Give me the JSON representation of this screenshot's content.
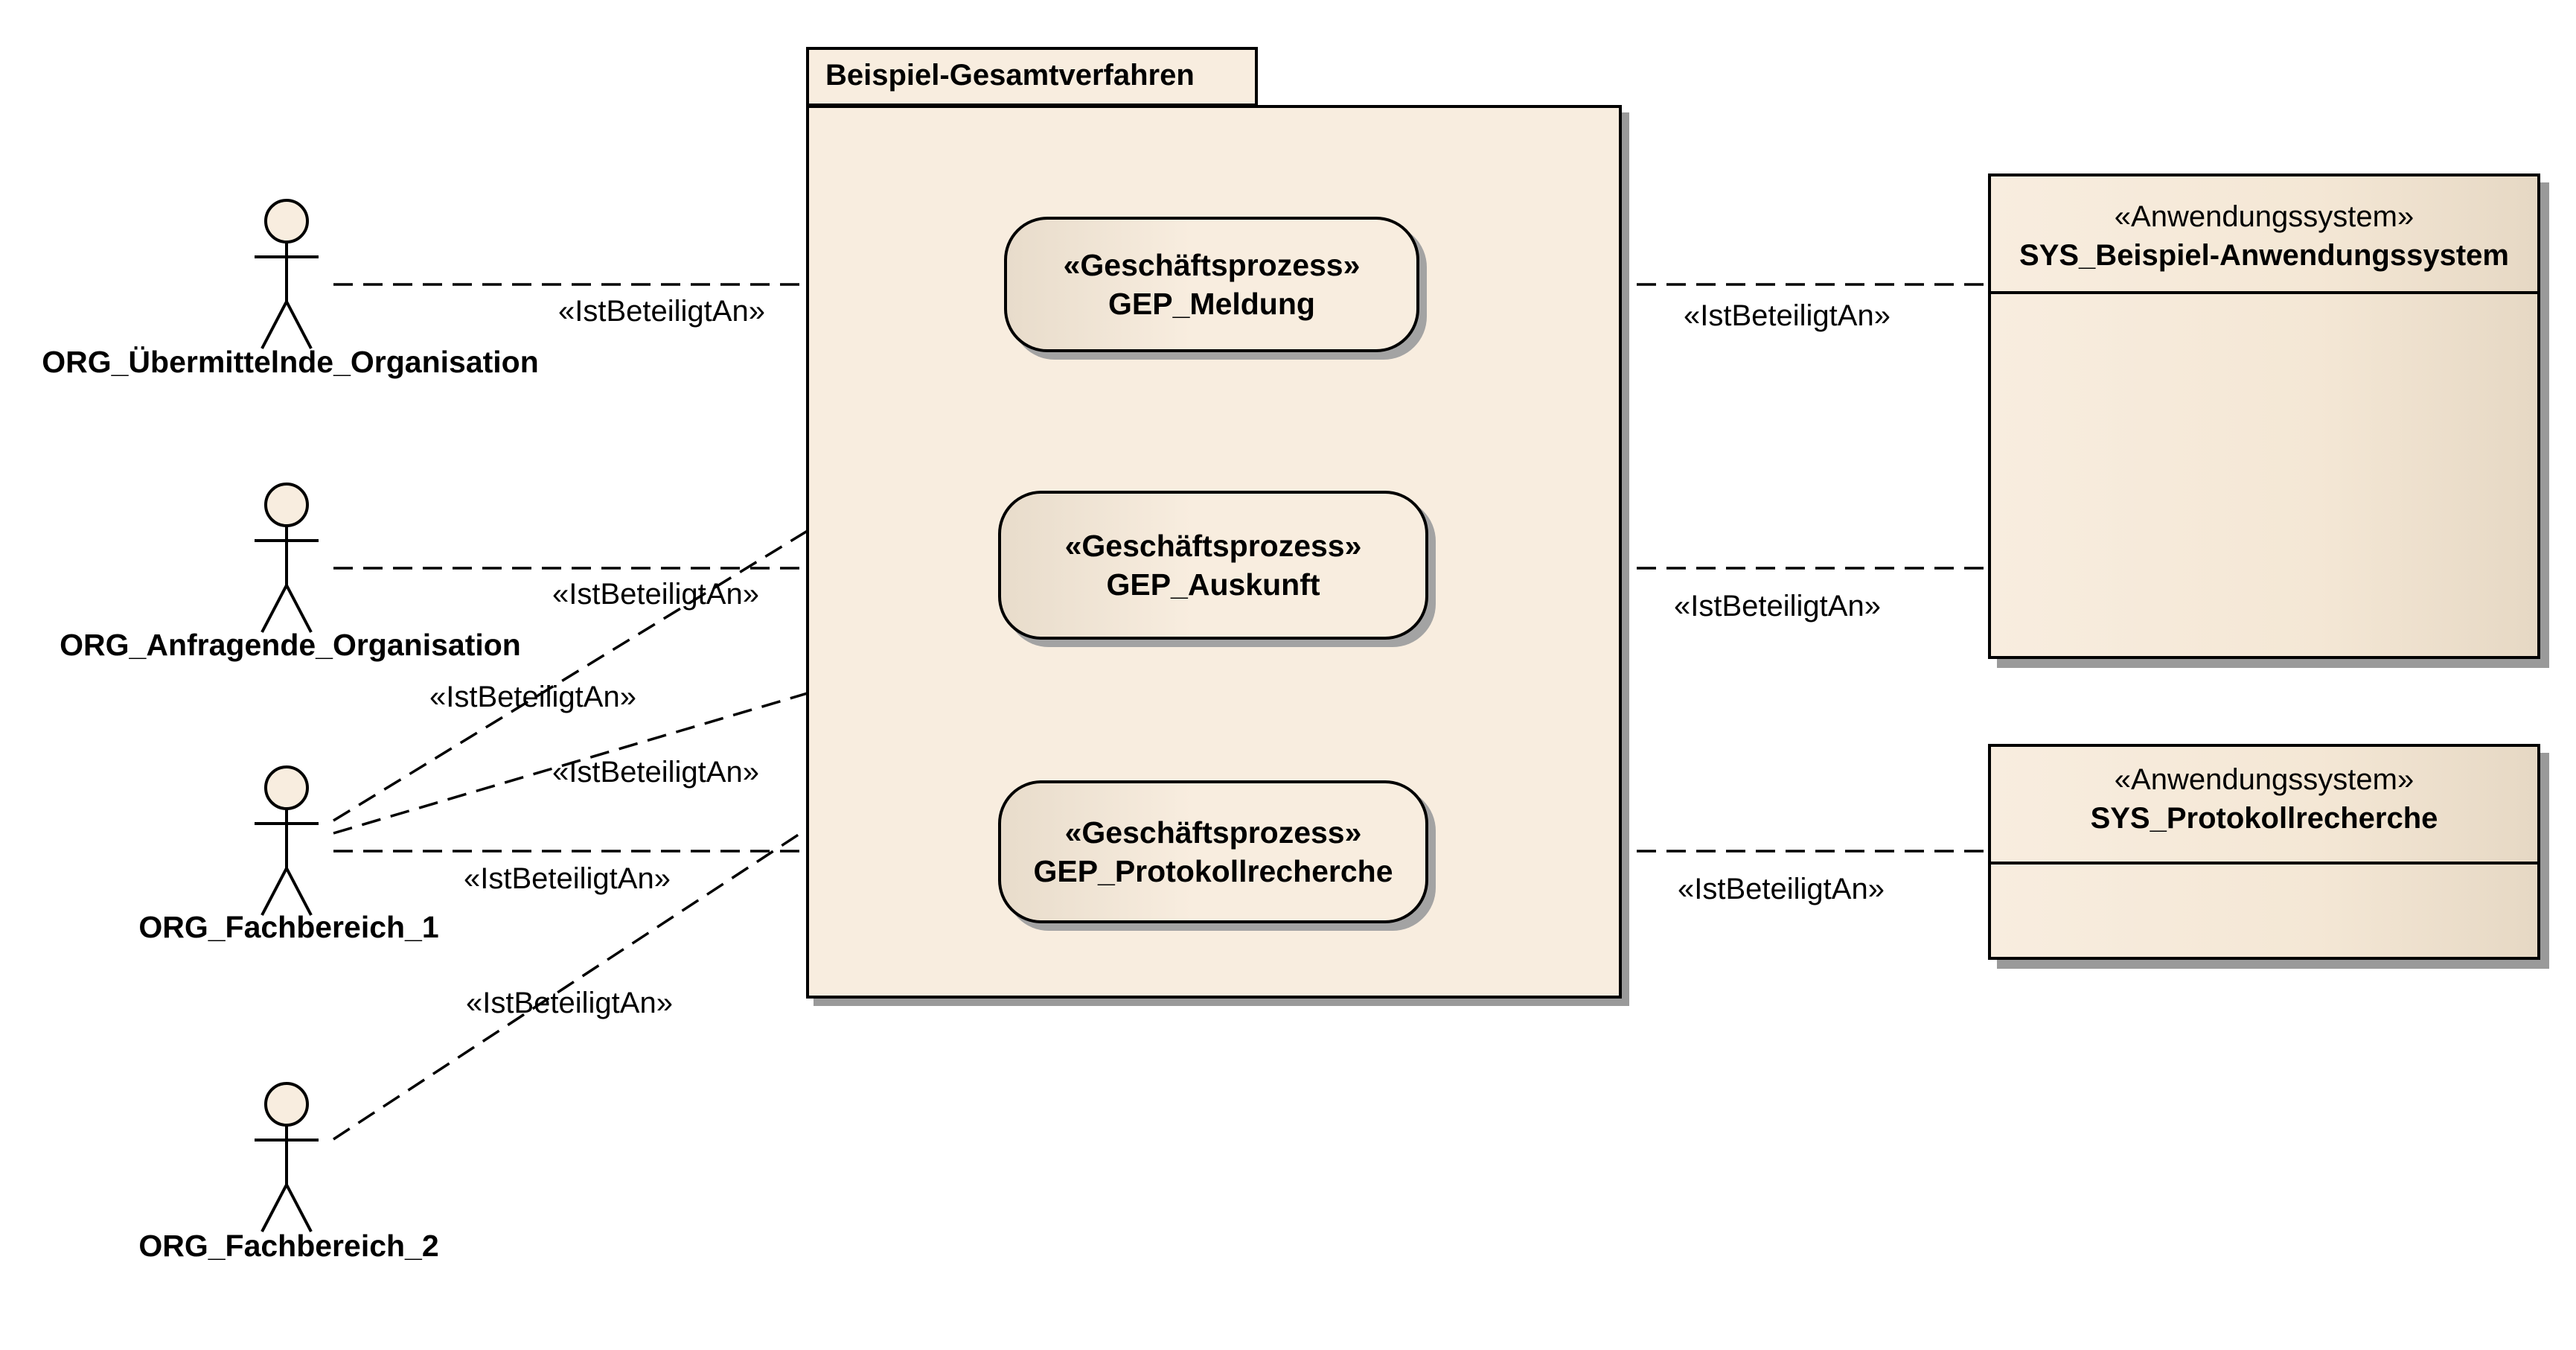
{
  "package": {
    "name": "Beispiel-Gesamtverfahren"
  },
  "actors": [
    {
      "id": "org1",
      "name": "ORG_Übermittelnde_Organisation"
    },
    {
      "id": "org2",
      "name": "ORG_Anfragende_Organisation"
    },
    {
      "id": "org3",
      "name": "ORG_Fachbereich_1"
    },
    {
      "id": "org4",
      "name": "ORG_Fachbereich_2"
    }
  ],
  "usecases": [
    {
      "id": "uc1",
      "stereotype": "«Geschäftsprozess»",
      "name": "GEP_Meldung"
    },
    {
      "id": "uc2",
      "stereotype": "«Geschäftsprozess»",
      "name": "GEP_Auskunft"
    },
    {
      "id": "uc3",
      "stereotype": "«Geschäftsprozess»",
      "name": "GEP_Protokollrecherche"
    }
  ],
  "systems": [
    {
      "id": "sys1",
      "stereotype": "«Anwendungssystem»",
      "name": "SYS_Beispiel-Anwendungssystem"
    },
    {
      "id": "sys2",
      "stereotype": "«Anwendungssystem»",
      "name": "SYS_Protokollrecherche"
    }
  ],
  "relations": [
    {
      "from": "org1",
      "to": "uc1",
      "label": "«IstBeteiligtAn»"
    },
    {
      "from": "org2",
      "to": "uc2",
      "label": "«IstBeteiligtAn»"
    },
    {
      "from": "org3",
      "to": "uc1",
      "label": "«IstBeteiligtAn»"
    },
    {
      "from": "org3",
      "to": "uc2",
      "label": "«IstBeteiligtAn»"
    },
    {
      "from": "org3",
      "to": "uc3",
      "label": "«IstBeteiligtAn»"
    },
    {
      "from": "org4",
      "to": "uc2",
      "label": "«IstBeteiligtAn»"
    },
    {
      "from": "sys1",
      "to": "uc1",
      "label": "«IstBeteiligtAn»"
    },
    {
      "from": "sys1",
      "to": "uc2",
      "label": "«IstBeteiligtAn»"
    },
    {
      "from": "sys2",
      "to": "uc3",
      "label": "«IstBeteiligtAn»"
    }
  ]
}
